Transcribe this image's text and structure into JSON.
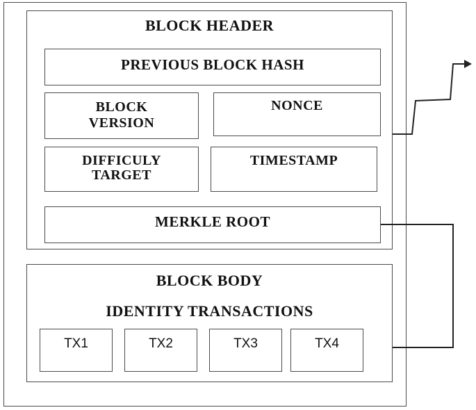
{
  "block_header": {
    "title": "BLOCK HEADER",
    "previous_block_hash": "PREVIOUS BLOCK HASH",
    "block_version_line1": "BLOCK",
    "block_version_line2": "VERSION",
    "nonce": "NONCE",
    "difficulty_target_line1": "DIFFICULY",
    "difficulty_target_line2": "TARGET",
    "timestamp": "TIMESTAMP",
    "merkle_root": "MERKLE ROOT"
  },
  "block_body": {
    "title": "BLOCK BODY",
    "subtitle": "IDENTITY TRANSACTIONS",
    "transactions": [
      "TX1",
      "TX2",
      "TX3",
      "TX4"
    ]
  }
}
